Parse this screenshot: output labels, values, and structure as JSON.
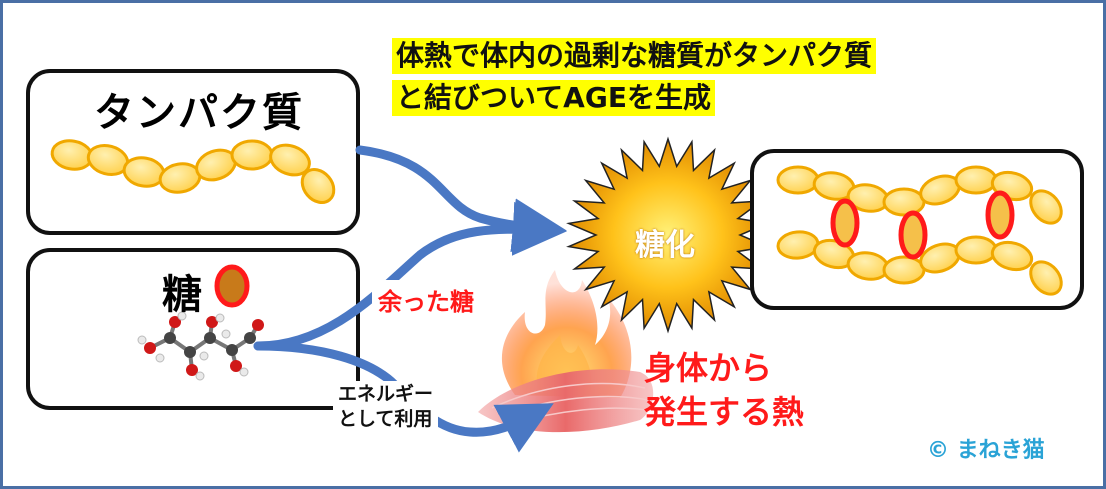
{
  "title": {
    "line1": "体熱で体内の過剰な糖質がタンパク質",
    "line2": "と結びついてAGEを生成"
  },
  "protein_box": {
    "label": "タンパク質"
  },
  "sugar_box": {
    "label": "糖"
  },
  "labels": {
    "excess_sugar": "余った糖",
    "glycation": "糖化",
    "energy_use_line1": "エネルギー",
    "energy_use_line2": "として利用",
    "body_heat_line1": "身体から",
    "body_heat_line2": "発生する熱"
  },
  "copyright": "© まねき猫",
  "colors": {
    "border": "#4a6fa5",
    "arrow": "#4a78c4",
    "bead_fill": "#ffd866",
    "bead_stroke": "#f0a800",
    "highlight": "#ffff00",
    "red_text": "#ff1a1a",
    "sun_core": "#f5a800",
    "copyright": "#2aa3d6"
  }
}
